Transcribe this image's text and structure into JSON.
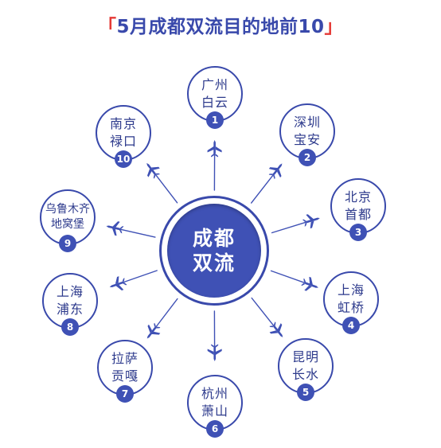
{
  "title": {
    "open_bracket": "「",
    "text": "5月成都双流目的地前10",
    "close_bracket": "」"
  },
  "origin": {
    "line1": "成都",
    "line2": "双流"
  },
  "destinations": [
    {
      "rank": "1",
      "line1": "广州",
      "line2": "白云"
    },
    {
      "rank": "2",
      "line1": "深圳",
      "line2": "宝安"
    },
    {
      "rank": "3",
      "line1": "北京",
      "line2": "首都"
    },
    {
      "rank": "4",
      "line1": "上海",
      "line2": "虹桥"
    },
    {
      "rank": "5",
      "line1": "昆明",
      "line2": "长水"
    },
    {
      "rank": "6",
      "line1": "杭州",
      "line2": "萧山"
    },
    {
      "rank": "7",
      "line1": "拉萨",
      "line2": "贡嘎"
    },
    {
      "rank": "8",
      "line1": "上海",
      "line2": "浦东"
    },
    {
      "rank": "9",
      "line1": "乌鲁木齐",
      "line2": "地窝堡"
    },
    {
      "rank": "10",
      "line1": "南京",
      "line2": "禄口"
    }
  ],
  "colors": {
    "primary": "#3F51B5",
    "border": "#3949AB",
    "text": "#2D3A8C",
    "bracket": "#E53935"
  },
  "icons": {
    "route": "airplane-icon"
  }
}
